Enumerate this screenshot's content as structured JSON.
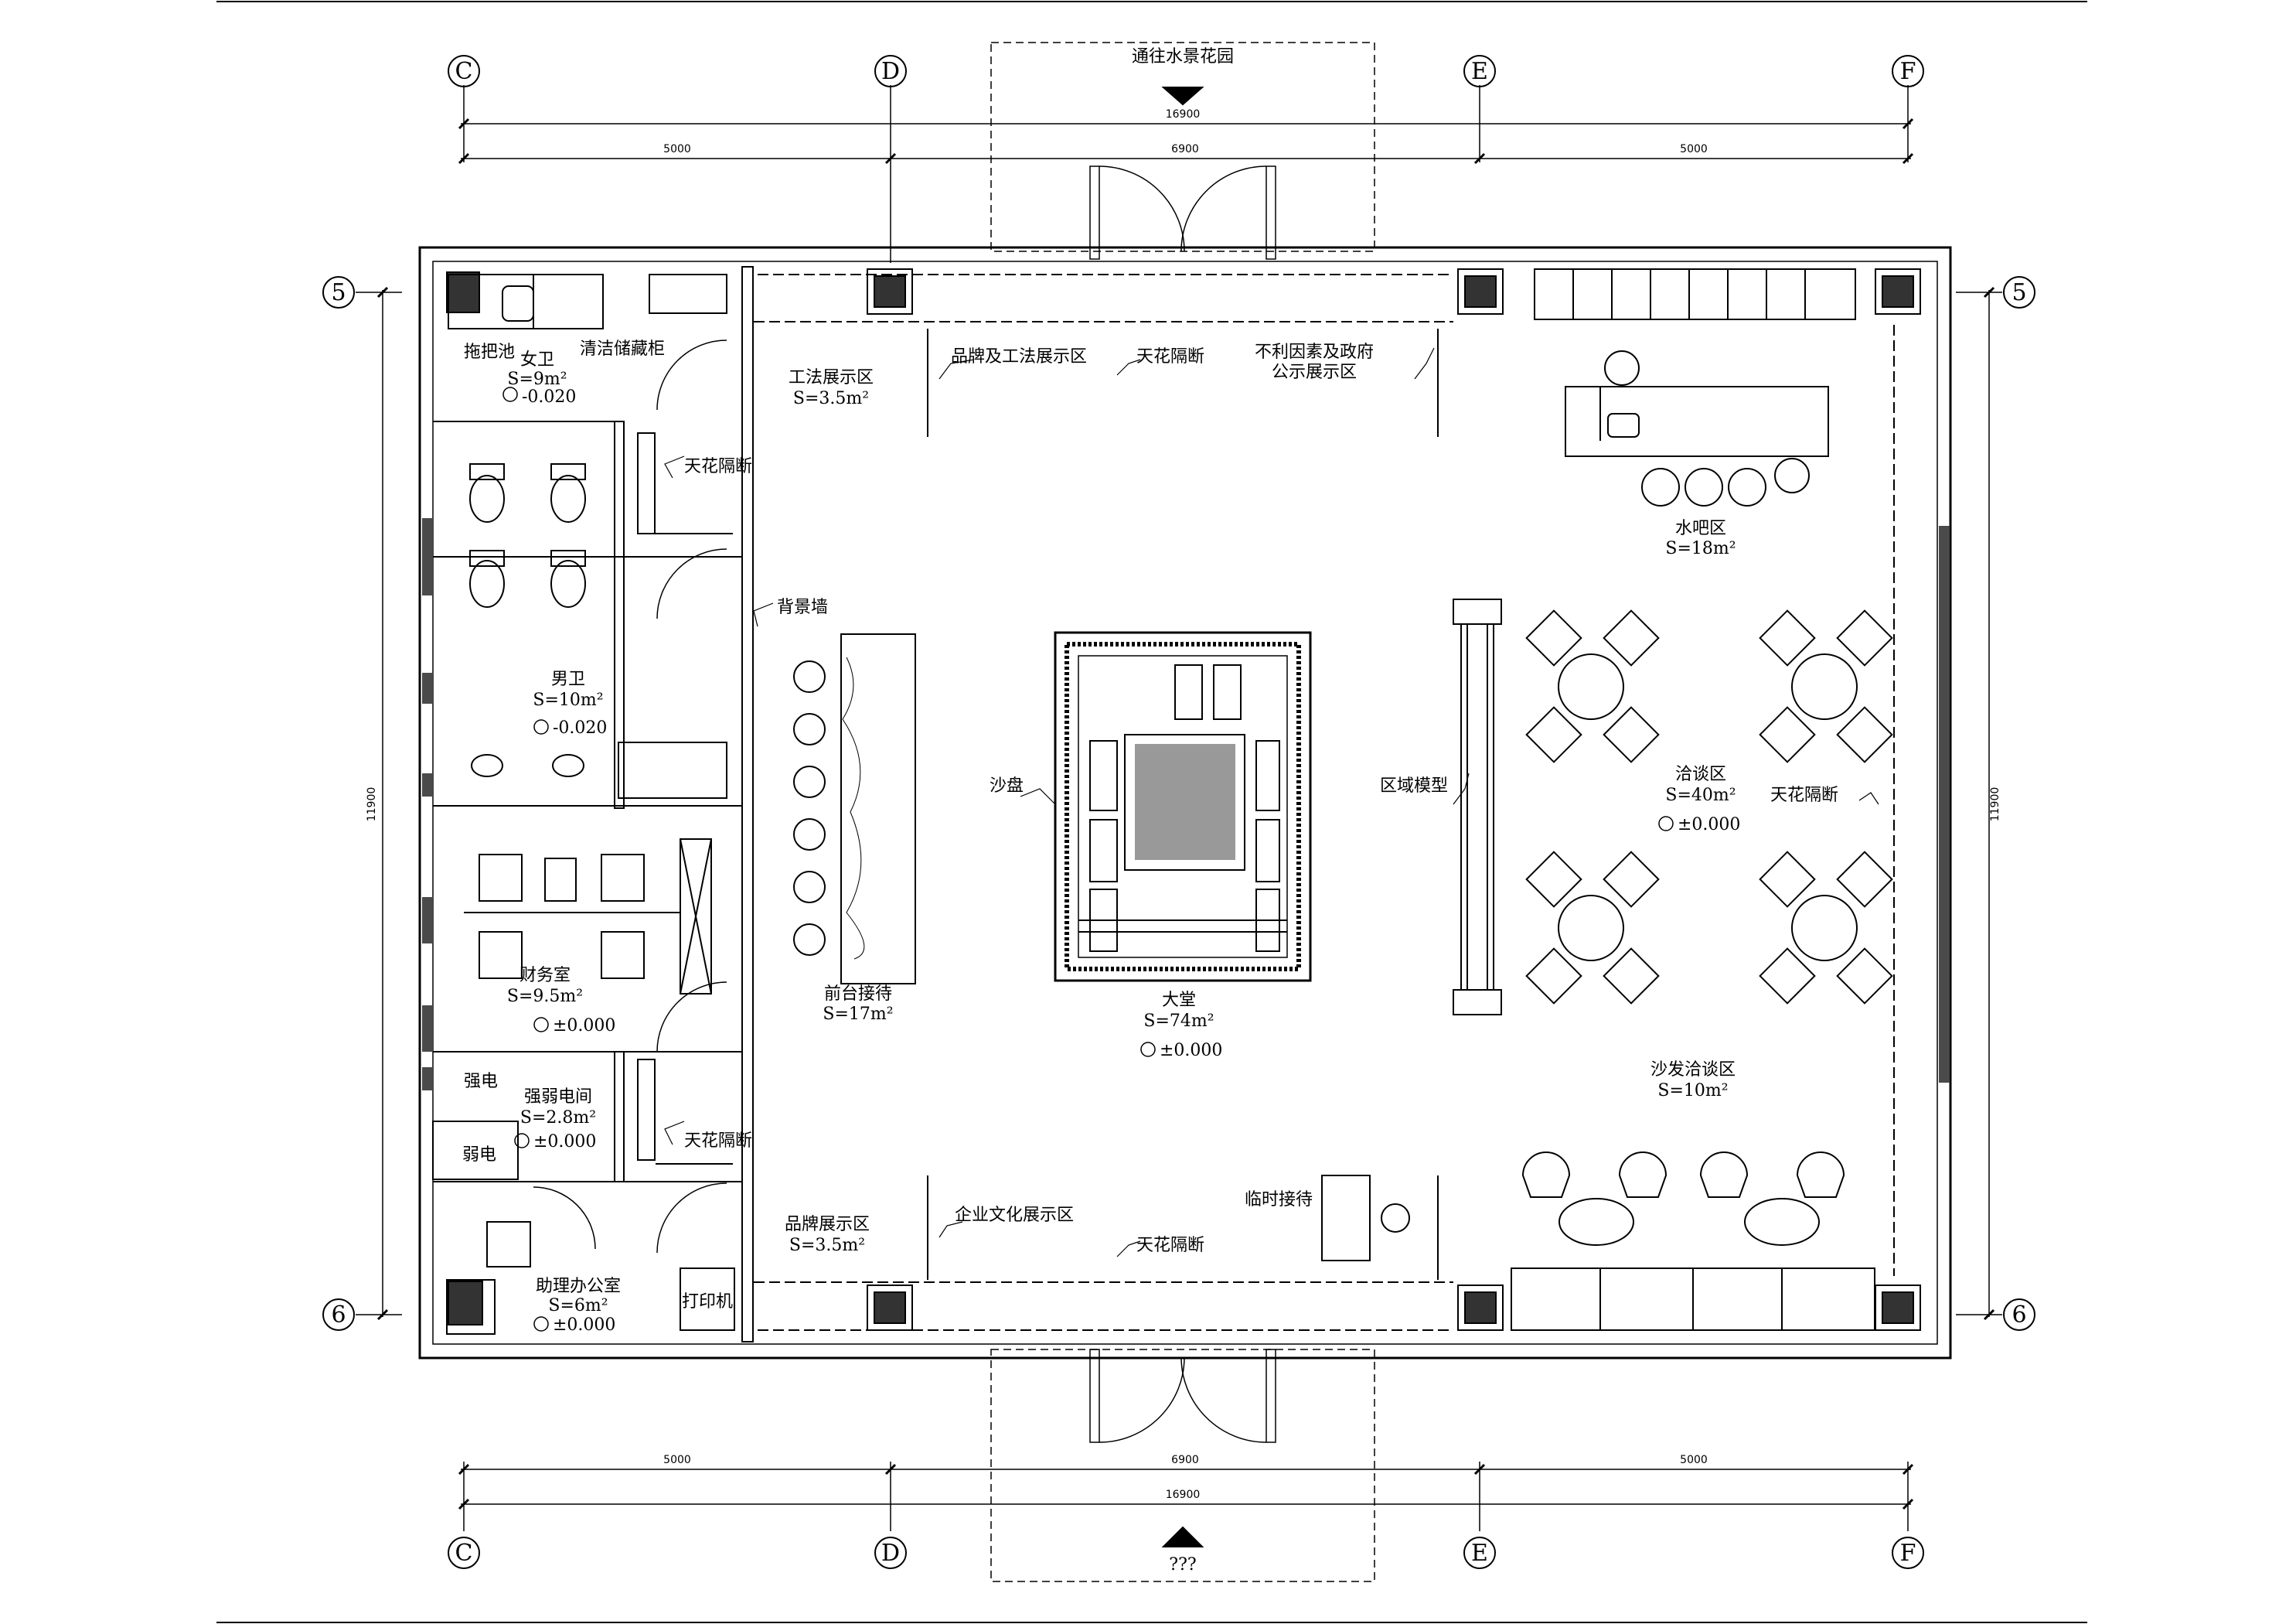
{
  "colors": {
    "line": "#000000",
    "wall_fill": "#4a4a4a",
    "column_fill": "#333333",
    "background": "#ffffff"
  },
  "top_entrance_label": "通往水景花园",
  "bottom_entrance_label": "???",
  "axes": {
    "top": [
      "C",
      "D",
      "E",
      "F"
    ],
    "bottom": [
      "C",
      "D",
      "E",
      "F"
    ],
    "left": [
      "5",
      "6"
    ],
    "right": [
      "5",
      "6"
    ]
  },
  "dimensions": {
    "top_total": "16900",
    "top_segments": [
      "5000",
      "6900",
      "5000"
    ],
    "bottom_segments": [
      "5000",
      "6900",
      "5000"
    ],
    "bottom_total": "16900",
    "left_height": "11900",
    "right_height": "11900"
  },
  "rooms": {
    "female_wc": {
      "name": "女卫",
      "area": "S=9m²",
      "level": "-0.020"
    },
    "male_wc": {
      "name": "男卫",
      "area": "S=10m²",
      "level": "-0.020"
    },
    "finance": {
      "name": "财务室",
      "area": "S=9.5m²",
      "level": "±0.000"
    },
    "electrical": {
      "name": "强弱电间",
      "area": "S=2.8m²",
      "level": "±0.000"
    },
    "assistant": {
      "name": "助理办公室",
      "area": "S=6m²",
      "level": "±0.000"
    },
    "craft_display": {
      "name": "工法展示区",
      "area": "S=3.5m²"
    },
    "brand_display": {
      "name": "品牌展示区",
      "area": "S=3.5m²"
    },
    "reception": {
      "name": "前台接待",
      "area": "S=17m²"
    },
    "lobby": {
      "name": "大堂",
      "area": "S=74m²",
      "level": "±0.000"
    },
    "water_bar": {
      "name": "水吧区",
      "area": "S=18m²"
    },
    "negotiation": {
      "name": "洽谈区",
      "area": "S=40m²",
      "level": "±0.000"
    },
    "sofa_area": {
      "name": "沙发洽谈区",
      "area": "S=10m²"
    }
  },
  "labels": {
    "mop_pool": "拖把池",
    "cleaning_cabinet": "清洁储藏柜",
    "ceiling_partition": "天花隔断",
    "back_wall": "背景墙",
    "sand_table": "沙盘",
    "regional_model": "区域模型",
    "brand_craft_display": "品牌及工法展示区",
    "public_notice": [
      "不利因素及政府",
      "公示展示区"
    ],
    "enterprise_culture": "企业文化展示区",
    "temp_reception": "临时接待",
    "printer": "打印机",
    "strong_power": "强电",
    "weak_power": "弱电"
  }
}
